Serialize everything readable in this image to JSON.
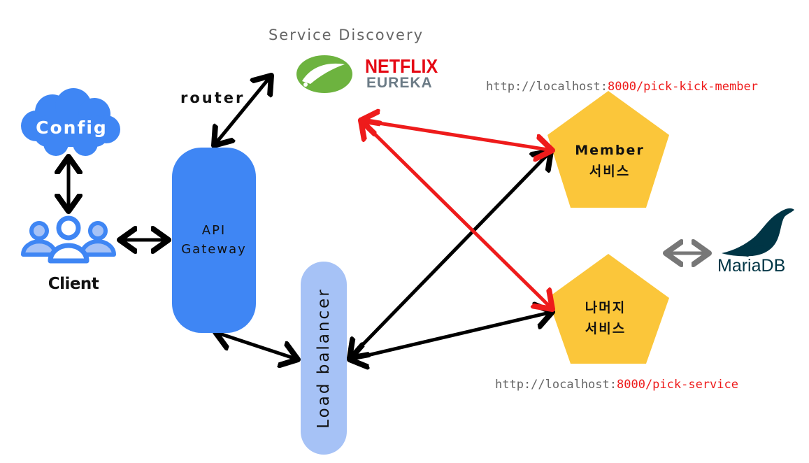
{
  "service_discovery": {
    "title": "Service Discovery",
    "logo": {
      "name_line1": "NETFLIX",
      "name_line2": "EUREKA",
      "icon": "spring-leaf-icon"
    }
  },
  "router_label": "router",
  "config": {
    "label": "Config",
    "icon": "cloud-icon"
  },
  "client": {
    "label": "Client",
    "icon": "users-icon"
  },
  "gateway": {
    "line1": "API",
    "line2": "Gateway"
  },
  "load_balancer": {
    "label": "Load balancer"
  },
  "member_service": {
    "line1": "Member",
    "line2": "서비스",
    "url_prefix": "http://localhost:",
    "url_highlight": "8000/pick-kick-member"
  },
  "rest_service": {
    "line1": "나머지",
    "line2": "서비스",
    "url_prefix": "http://localhost:",
    "url_highlight": "8000/pick-service"
  },
  "database": {
    "name_part1": "Maria",
    "name_part2": "DB",
    "icon": "sea-lion-icon"
  },
  "colors": {
    "blue": "#3f86f4",
    "light_blue": "#a6c2f6",
    "yellow": "#fbc63a",
    "red_arrow": "#ee1b1b",
    "black_arrow": "#000000",
    "gray_arrow": "#777777",
    "eureka_green": "#6db33f",
    "netflix_red": "#e50914",
    "mariadb_navy": "#003545"
  }
}
